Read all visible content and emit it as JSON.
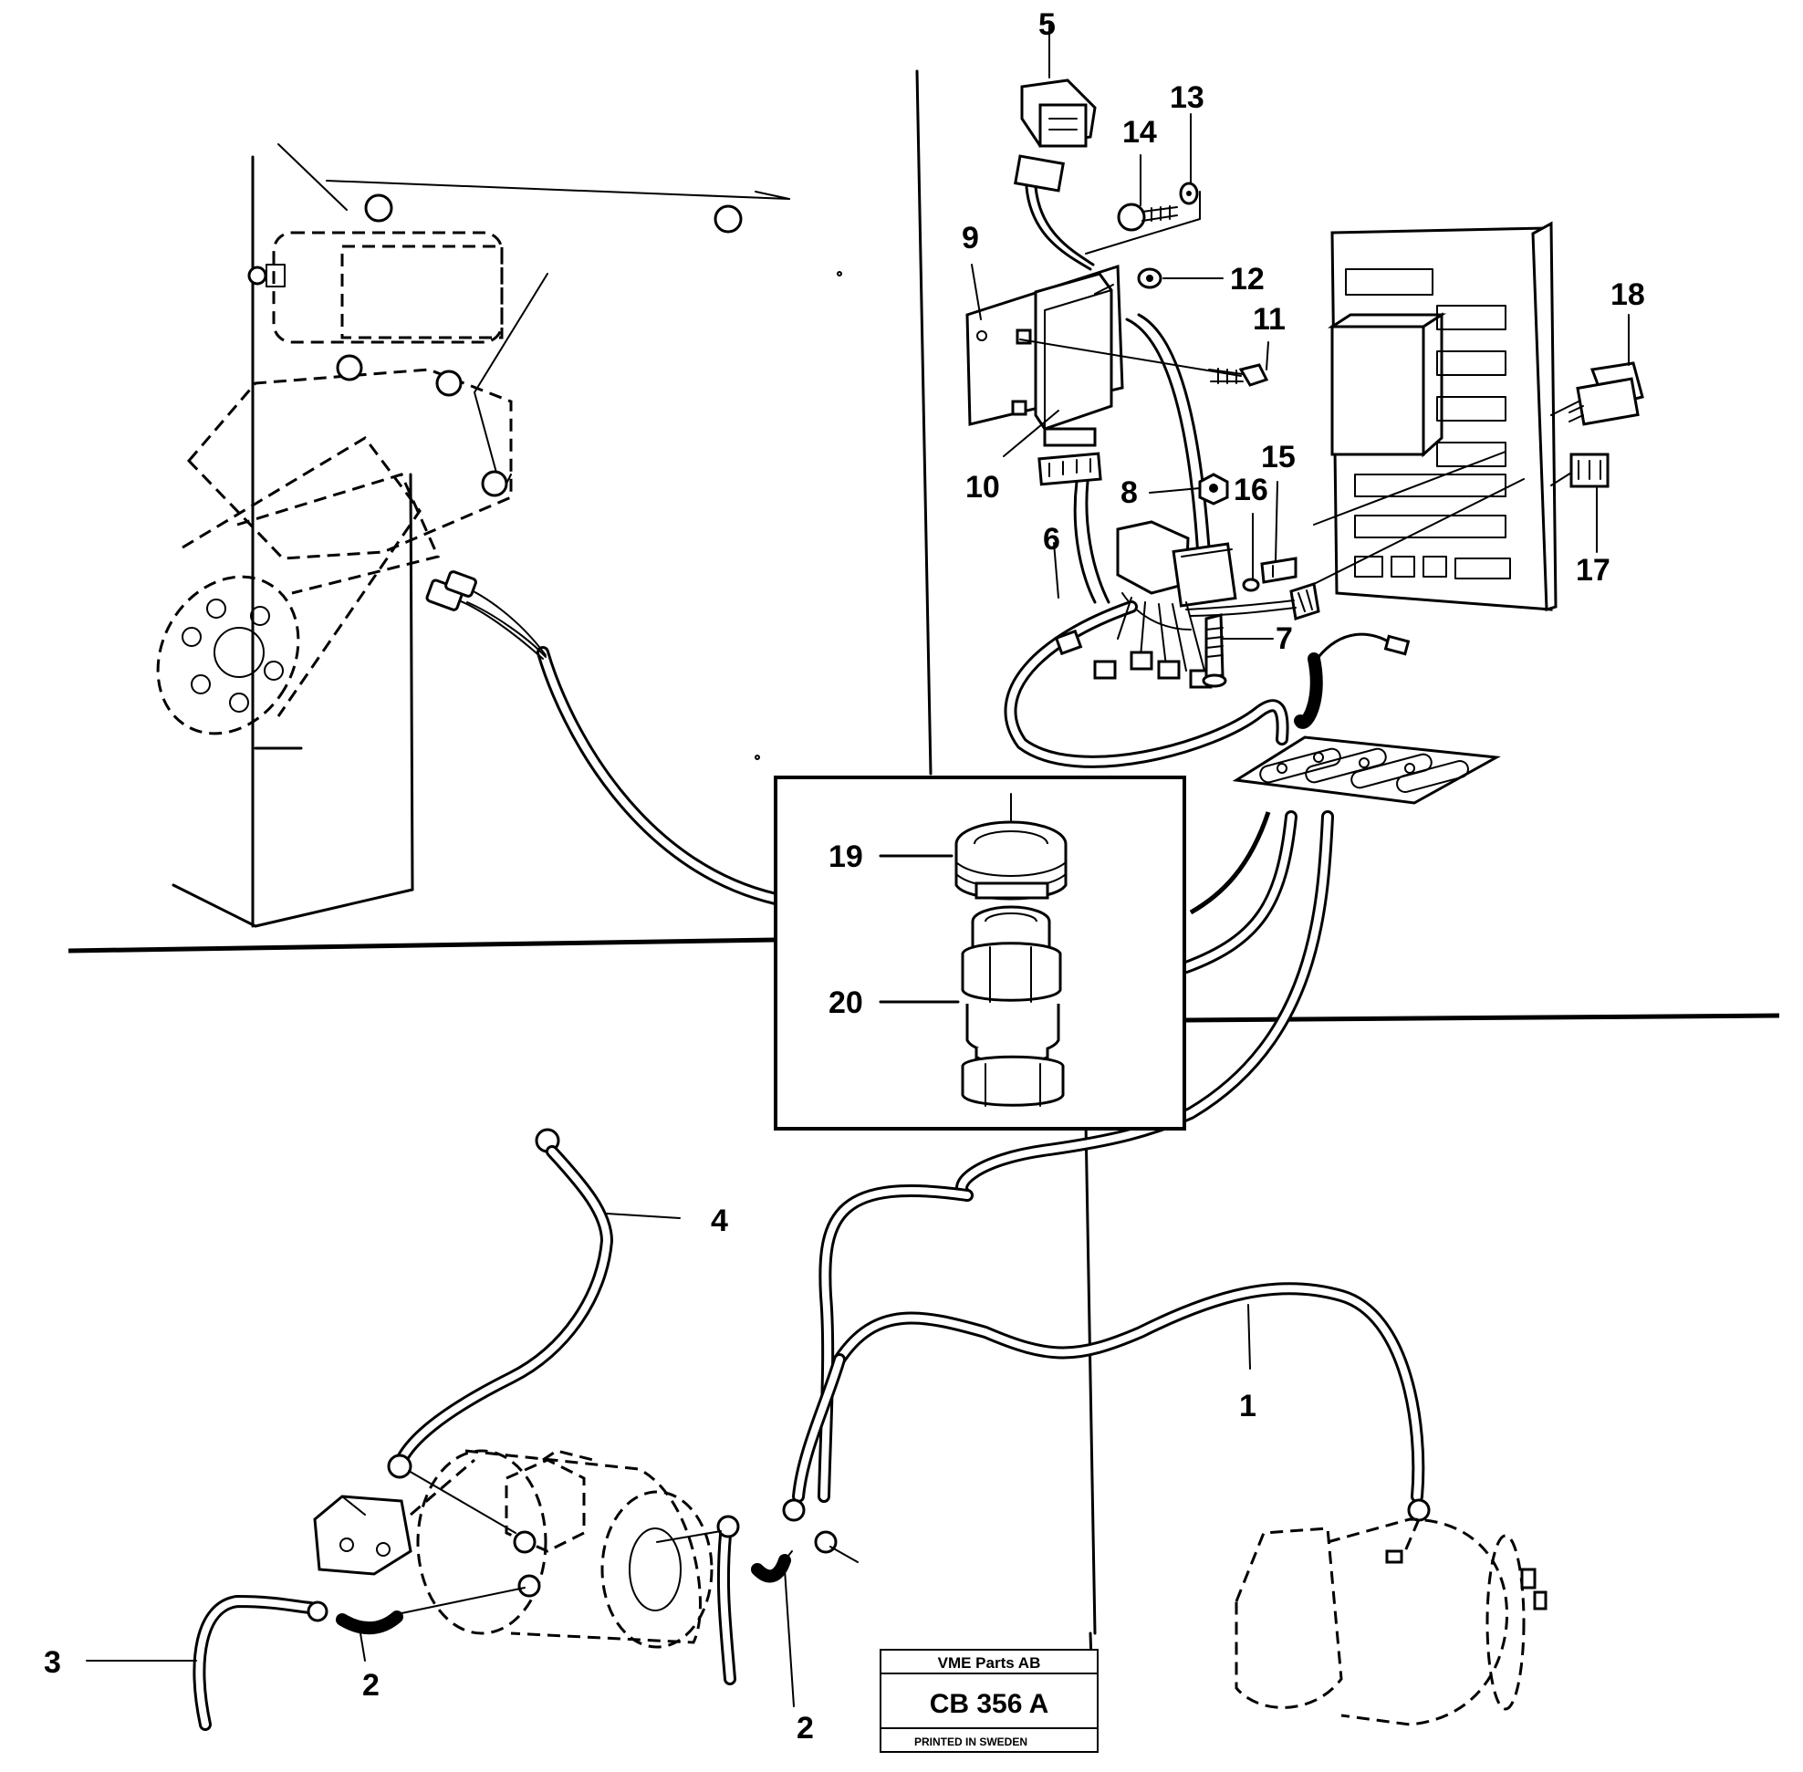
{
  "diagram": {
    "callouts": [
      "1",
      "2",
      "2",
      "3",
      "4",
      "5",
      "6",
      "7",
      "8",
      "9",
      "10",
      "11",
      "12",
      "13",
      "14",
      "15",
      "16",
      "17",
      "18",
      "19",
      "20"
    ]
  },
  "title_block": {
    "company": "VME Parts AB",
    "code": "CB 356 A",
    "printed": "PRINTED IN SWEDEN"
  }
}
